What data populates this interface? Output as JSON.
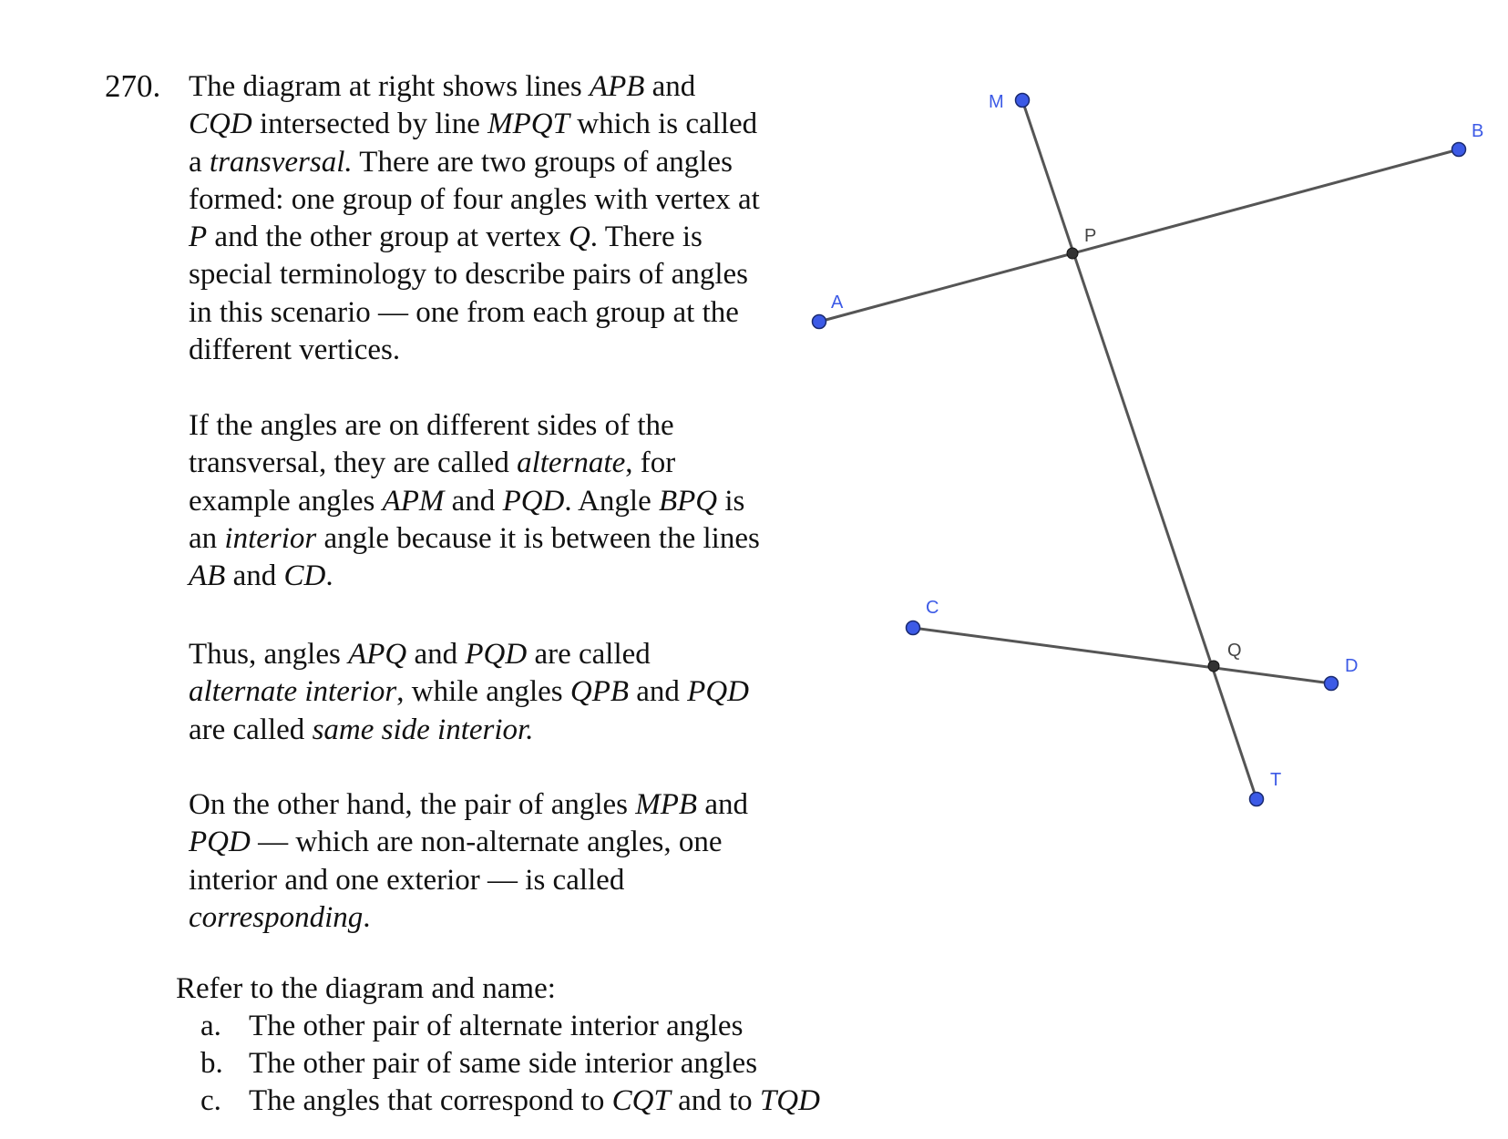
{
  "problem": {
    "number": "270.",
    "paragraphs": [
      [
        [
          {
            "t": "The diagram at right shows lines "
          },
          {
            "t": "APB",
            "i": true
          },
          {
            "t": " and"
          }
        ],
        [
          {
            "t": "CQD",
            "i": true
          },
          {
            "t": " intersected by line "
          },
          {
            "t": "MPQT",
            "i": true
          },
          {
            "t": " which is called"
          }
        ],
        [
          {
            "t": "a "
          },
          {
            "t": "transversal.",
            "i": true
          },
          {
            "t": "  There are two groups of angles"
          }
        ],
        [
          {
            "t": "formed: one group of four angles with vertex at"
          }
        ],
        [
          {
            "t": "P",
            "i": true
          },
          {
            "t": " and the other group at vertex "
          },
          {
            "t": "Q",
            "i": true
          },
          {
            "t": ".  There is"
          }
        ],
        [
          {
            "t": "special terminology to describe pairs of angles"
          }
        ],
        [
          {
            "t": "in this scenario — one from each group at the"
          }
        ],
        [
          {
            "t": "different vertices."
          }
        ]
      ],
      [
        [
          {
            "t": "If the angles are on different sides of the"
          }
        ],
        [
          {
            "t": "transversal, they are called "
          },
          {
            "t": "alternate",
            "i": true
          },
          {
            "t": ", for"
          }
        ],
        [
          {
            "t": "example angles "
          },
          {
            "t": "APM",
            "i": true
          },
          {
            "t": " and "
          },
          {
            "t": "PQD",
            "i": true
          },
          {
            "t": ".  Angle "
          },
          {
            "t": "BPQ",
            "i": true
          },
          {
            "t": " is"
          }
        ],
        [
          {
            "t": "an "
          },
          {
            "t": "interior",
            "i": true
          },
          {
            "t": " angle because it is between the lines"
          }
        ],
        [
          {
            "t": "AB",
            "i": true
          },
          {
            "t": " and "
          },
          {
            "t": "CD",
            "i": true
          },
          {
            "t": "."
          }
        ]
      ],
      [
        [
          {
            "t": "Thus, angles "
          },
          {
            "t": "APQ",
            "i": true
          },
          {
            "t": " and "
          },
          {
            "t": "PQD",
            "i": true
          },
          {
            "t": " are called"
          }
        ],
        [
          {
            "t": "alternate interior",
            "i": true
          },
          {
            "t": ", while angles "
          },
          {
            "t": "QPB",
            "i": true
          },
          {
            "t": " and "
          },
          {
            "t": "PQD",
            "i": true
          }
        ],
        [
          {
            "t": "are called "
          },
          {
            "t": "same side interior.",
            "i": true
          }
        ]
      ],
      [
        [
          {
            "t": "On the other hand, the pair of angles "
          },
          {
            "t": "MPB",
            "i": true
          },
          {
            "t": " and"
          }
        ],
        [
          {
            "t": "PQD",
            "i": true
          },
          {
            "t": " — which are non-alternate angles, one"
          }
        ],
        [
          {
            "t": "interior and one exterior — is called"
          }
        ],
        [
          {
            "t": "corresponding",
            "i": true
          },
          {
            "t": "."
          }
        ]
      ]
    ],
    "prompt": "Refer to the diagram and name:",
    "items": [
      {
        "mark": "a.",
        "parts": [
          {
            "t": "The other pair of alternate interior angles"
          }
        ]
      },
      {
        "mark": "b.",
        "parts": [
          {
            "t": "The other pair of same side interior angles"
          }
        ]
      },
      {
        "mark": "c.",
        "parts": [
          {
            "t": "The angles that correspond to "
          },
          {
            "t": "CQT",
            "i": true
          },
          {
            "t": " and to "
          },
          {
            "t": "TQD",
            "i": true
          }
        ]
      }
    ]
  },
  "diagram": {
    "colors": {
      "line": "#555555",
      "endpoint": "#3c5ae6",
      "intersection": "#333333",
      "label_free": "#3c5ae6",
      "label_intersection": "#444444"
    },
    "points": [
      {
        "name": "M",
        "kind": "endpoint"
      },
      {
        "name": "B",
        "kind": "endpoint"
      },
      {
        "name": "P",
        "kind": "intersection"
      },
      {
        "name": "A",
        "kind": "endpoint"
      },
      {
        "name": "C",
        "kind": "endpoint"
      },
      {
        "name": "Q",
        "kind": "intersection"
      },
      {
        "name": "D",
        "kind": "endpoint"
      },
      {
        "name": "T",
        "kind": "endpoint"
      }
    ],
    "segments": [
      [
        "A",
        "B"
      ],
      [
        "C",
        "D"
      ],
      [
        "M",
        "T"
      ]
    ]
  }
}
